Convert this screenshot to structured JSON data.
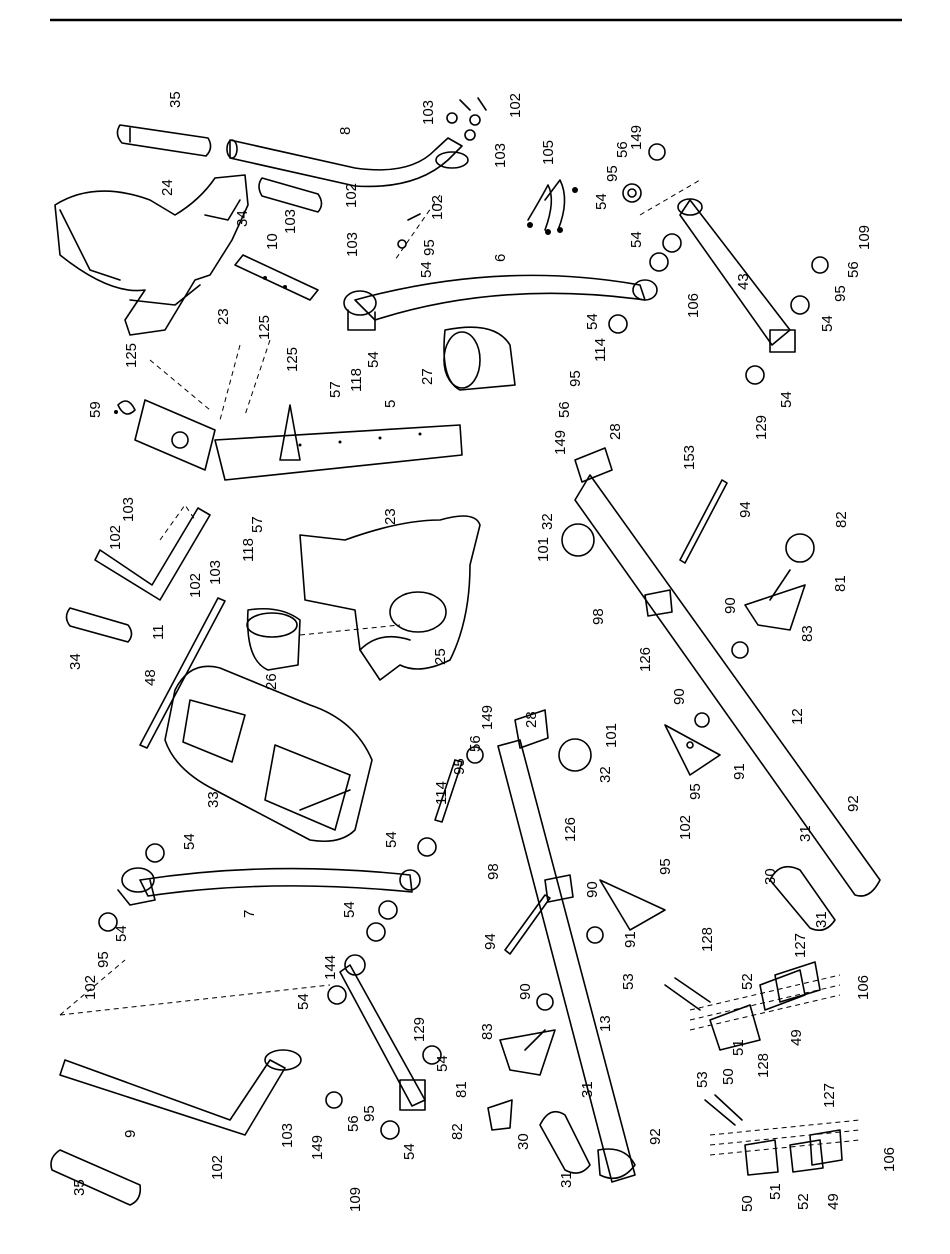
{
  "labels": {
    "l35a": "35",
    "l8": "8",
    "l103a": "103",
    "l102a": "102",
    "l103b": "103",
    "l105": "105",
    "l149a": "149",
    "l56a": "56",
    "l95a": "95",
    "l54a": "54",
    "l24": "24",
    "l34a": "34",
    "l103c": "103",
    "l102b": "102",
    "l10": "10",
    "l103d": "103",
    "l102c": "102",
    "l95b": "95",
    "l54b": "54",
    "l6": "6",
    "l54c": "54",
    "l43": "43",
    "l109a": "109",
    "l56b": "56",
    "l95c": "95",
    "l54d": "54",
    "l23a": "23",
    "l125a": "125",
    "l125b": "125",
    "l125c": "125",
    "l54e": "54",
    "l27": "27",
    "l118a": "118",
    "l57a": "57",
    "l114a": "114",
    "l54f": "54",
    "l106a": "106",
    "l59": "59",
    "l5": "5",
    "l95d": "95",
    "l56c": "56",
    "l149b": "149",
    "l28a": "28",
    "l153": "153",
    "l129a": "129",
    "l54g": "54",
    "l103e": "103",
    "l102d": "102",
    "l23b": "23",
    "l32a": "32",
    "l101a": "101",
    "l94a": "94",
    "l82a": "82",
    "l57b": "57",
    "l118b": "118",
    "l103f": "103",
    "l102e": "102",
    "l11": "11",
    "l98a": "98",
    "l126a": "126",
    "l90a": "90",
    "l83a": "83",
    "l81a": "81",
    "l34b": "34",
    "l26": "26",
    "l25": "25",
    "l48": "48",
    "l149c": "149",
    "l56d": "56",
    "l95e": "95",
    "l114b": "114",
    "l28b": "28",
    "l101b": "101",
    "l32b": "32",
    "l90b": "90",
    "l12": "12",
    "l91a": "91",
    "l95f": "95",
    "l33": "33",
    "l54h": "54",
    "l54i": "54",
    "l126b": "126",
    "l102f": "102",
    "l95g": "95",
    "l92a": "92",
    "l31a": "31",
    "l30a": "30",
    "l31b": "31",
    "l7": "7",
    "l54j": "54",
    "l95h": "95",
    "l102g": "102",
    "l54k": "54",
    "l98b": "98",
    "l90c": "90",
    "l91b": "91",
    "l94b": "94",
    "l128a": "128",
    "l127a": "127",
    "l53a": "53",
    "l52a": "52",
    "l106b": "106",
    "l49a": "49",
    "l51a": "51",
    "l50a": "50",
    "l144": "144",
    "l54l": "54",
    "l129b": "129",
    "l54m": "54",
    "l90d": "90",
    "l83b": "83",
    "l13": "13",
    "l9": "9",
    "l103g": "103",
    "l102h": "102",
    "l149d": "149",
    "l56e": "56",
    "l95i": "95",
    "l54n": "54",
    "l109b": "109",
    "l81b": "81",
    "l82b": "82",
    "l31c": "31",
    "l30b": "30",
    "l31d": "31",
    "l92b": "92",
    "l35b": "35",
    "l53b": "53",
    "l128b": "128",
    "l127b": "127",
    "l50b": "50",
    "l51b": "51",
    "l52b": "52",
    "l49b": "49",
    "l106c": "106"
  }
}
